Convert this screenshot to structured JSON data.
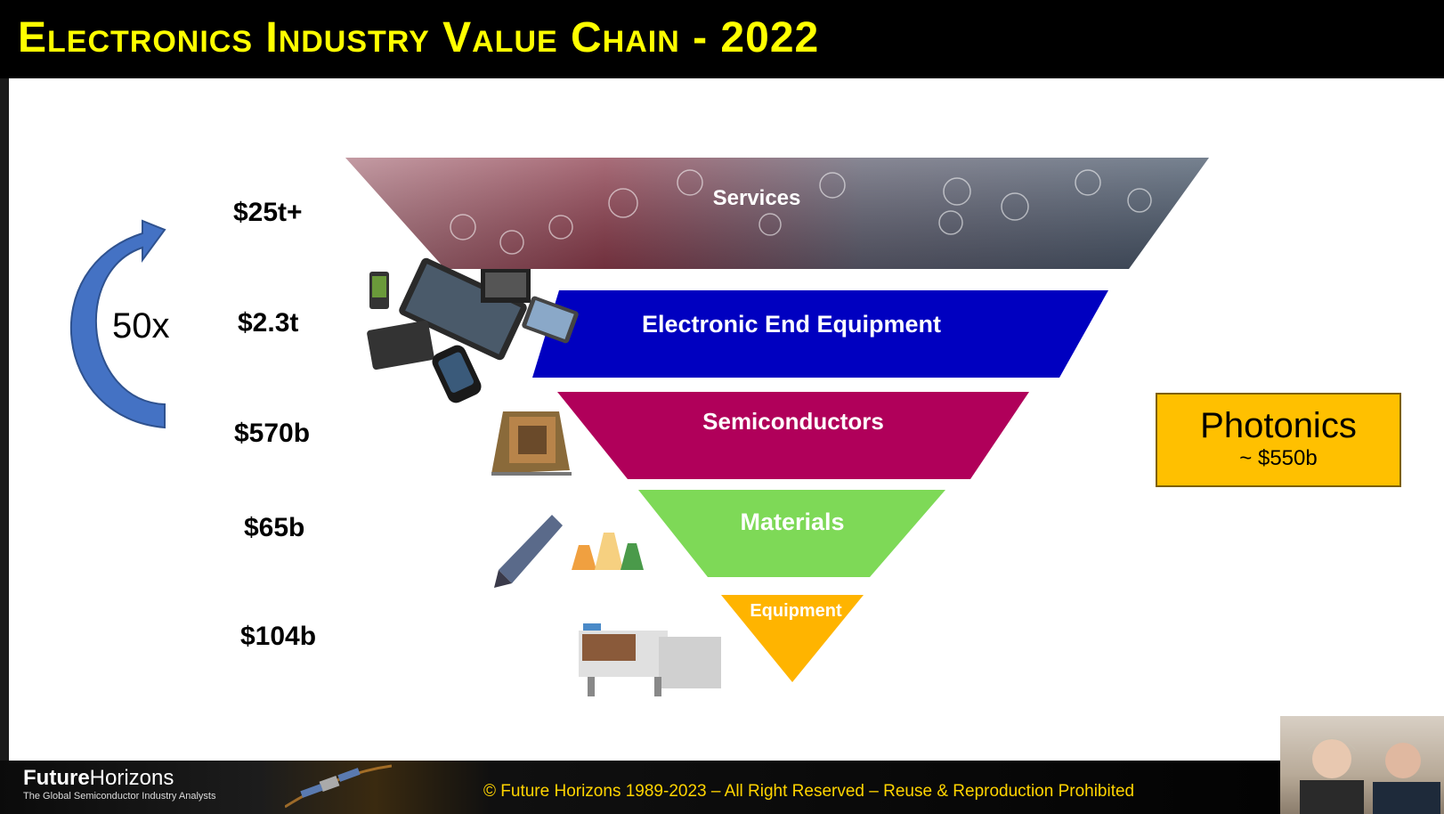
{
  "title": "Electronics Industry Value Chain - 2022",
  "tiers": [
    {
      "name": "Services",
      "value": "$25t+",
      "color": "#8a5a6a"
    },
    {
      "name": "Electronic End Equipment",
      "value": "$2.3t",
      "color": "#0000c0"
    },
    {
      "name": "Semiconductors",
      "value": "$570b",
      "color": "#b0005a"
    },
    {
      "name": "Materials",
      "value": "$65b",
      "color": "#7ed957"
    },
    {
      "name": "Equipment",
      "value": "$104b",
      "color": "#ffb400"
    }
  ],
  "multiplier": "50x",
  "photonics": {
    "label": "Photonics",
    "value": "~ $550b",
    "color": "#ffc000"
  },
  "footer": {
    "logo_bold": "Future",
    "logo_light": "Horizons",
    "tagline": "The Global Semiconductor Industry Analysts",
    "copyright": "© Future Horizons 1989-2023 – All Right Reserved – Reuse & Reproduction Prohibited"
  }
}
